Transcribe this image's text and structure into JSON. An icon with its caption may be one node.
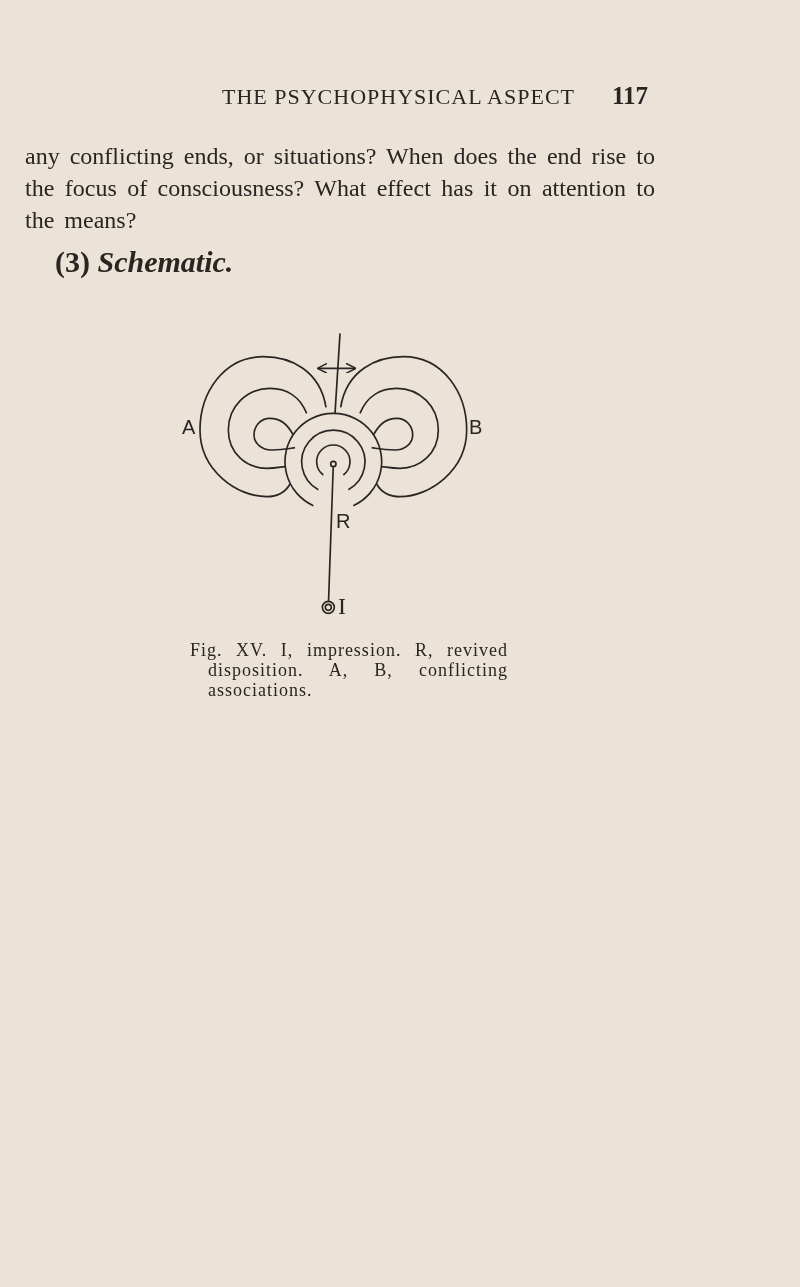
{
  "diagram": {
    "caption": "Fig. XV. I, impression. R, revived disposition. A, B, conflicting associations.",
    "nodes": [
      {
        "text": [],
        "shape": "circle"
      },
      {
        "text": [],
        "shape": "circle",
        "beside": [
          "I"
        ]
      }
    ],
    "edges": [
      {
        "from": 1,
        "to": 0,
        "arrow": "none"
      }
    ],
    "labels": [
      "THE PSYCHOPHYSICAL ASPECT",
      "117",
      "any conflicting ends, or situations? When does the end rise to the focus of consciousness? What effect has it on attention to the means?",
      "(3) *Schematic.*",
      "A",
      "B",
      "R"
    ]
  }
}
